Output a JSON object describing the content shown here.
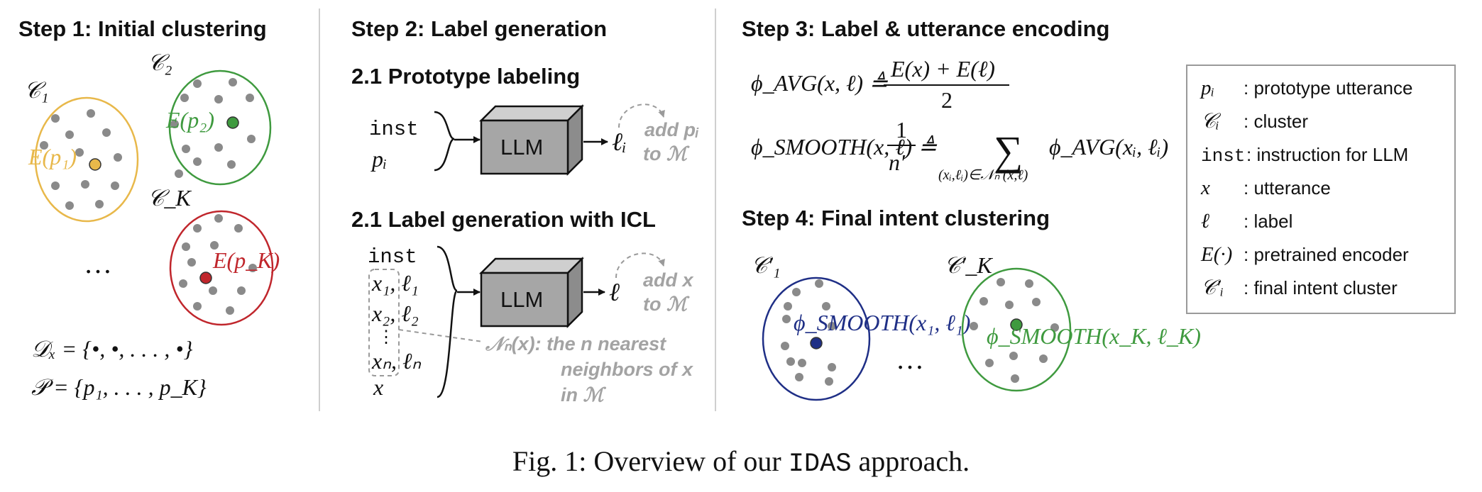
{
  "steps": {
    "step1": "Step 1: Initial clustering",
    "step2": "Step 2: Label generation",
    "step2_1": "2.1 Prototype labeling",
    "step2_2": "2.1 Label generation with  ICL",
    "step3": "Step 3: Label & utterance encoding",
    "step4": "Step 4: Final intent clustering"
  },
  "step1": {
    "c1": "𝒞₁",
    "c2": "𝒞₂",
    "ck": "𝒞_K",
    "e_p1": "E(p₁)",
    "e_p2": "E(p₂)",
    "e_pk": "E(p_K)",
    "ellipsis": "…",
    "dx": "𝒟ₓ = {•, •, . . . , •}",
    "p": "𝒫 = {p₁, . . . , p_K}"
  },
  "step2": {
    "inst": "inst",
    "p_i": "pᵢ",
    "llm": "LLM",
    "l_i": "ℓᵢ",
    "add_pi_1": "add pᵢ",
    "add_pi_2": "to ℳ",
    "icl_inst": "inst",
    "x1": "x₁, ℓ₁",
    "x2": "x₂, ℓ₂",
    "vdots": "⋮",
    "xn": "xₙ, ℓₙ",
    "x": "x",
    "l": "ℓ",
    "add_x_1": "add x",
    "add_x_2": "to ℳ",
    "nn_1": "𝒩ₙ(x): the n nearest",
    "nn_2": "neighbors of x",
    "nn_3": "in ℳ"
  },
  "step3": {
    "avg_lhs": "ϕ_AVG(x, ℓ) ≜",
    "avg_num": "E(x) + E(ℓ)",
    "avg_den": "2",
    "smooth_lhs": "ϕ_SMOOTH(x, ℓ) ≜",
    "smooth_num": "1",
    "smooth_den": "n′",
    "sum": "∑",
    "sum_sub": "(xᵢ,ℓᵢ)∈𝒩ₙ′(x,ℓ)",
    "smooth_rhs": "ϕ_AVG(xᵢ, ℓᵢ)"
  },
  "step4": {
    "c1p": "𝒞′₁",
    "ckp": "𝒞′_K",
    "phi1": "ϕ_SMOOTH(x₁, ℓ₁)",
    "phik": "ϕ_SMOOTH(x_K, ℓ_K)",
    "ellipsis": "…"
  },
  "legend": [
    {
      "sym": "pᵢ",
      "desc": ": prototype utterance"
    },
    {
      "sym": "𝒞ᵢ",
      "desc": ": cluster"
    },
    {
      "sym": "inst",
      "desc": ": instruction for LLM"
    },
    {
      "sym": "x",
      "desc": ": utterance"
    },
    {
      "sym": "ℓ",
      "desc": ": label"
    },
    {
      "sym": "E(·)",
      "desc": ": pretrained encoder"
    },
    {
      "sym": "𝒞′ᵢ",
      "desc": ": final intent cluster"
    }
  ],
  "caption": {
    "prefix": "Fig. 1: Overview of our ",
    "name": "IDAS",
    "suffix": " approach."
  },
  "colors": {
    "orange": "#e8b84a",
    "green": "#3f9a3f",
    "red": "#c0262c",
    "blue": "#1f2f86",
    "box": "#a6a6a6",
    "dot": "#8a8a8a"
  }
}
